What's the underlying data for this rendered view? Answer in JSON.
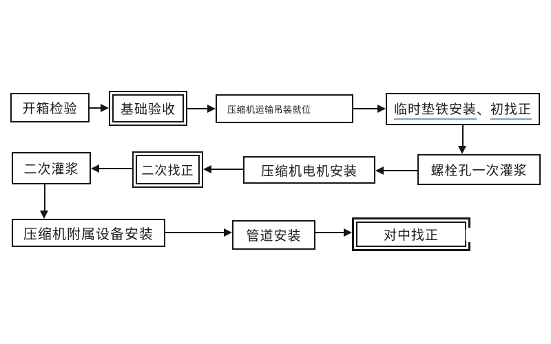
{
  "page": {
    "background_color": "#ffffff",
    "line_color": "#161616",
    "text_color": "#1c1c1c",
    "underline_color": "#7d9ec9"
  },
  "flowchart": {
    "nodes": [
      {
        "id": "unboxing",
        "label": "开箱检验",
        "border": "single"
      },
      {
        "id": "foundation",
        "label": "基础验收",
        "border": "double"
      },
      {
        "id": "transport",
        "label": "压缩机运输吊装就位",
        "border": "single"
      },
      {
        "id": "temp-shim",
        "label_part1": "临时垫铁安装",
        "label_separator": "、",
        "label_part2": "初找正",
        "border": "single",
        "underline": "blue"
      },
      {
        "id": "bolt-grouting",
        "label": "螺栓孔一次灌浆",
        "border": "single"
      },
      {
        "id": "motor-install",
        "label": "压缩机电机安装",
        "border": "single"
      },
      {
        "id": "second-align",
        "label": "二次找正",
        "border": "double"
      },
      {
        "id": "second-grouting",
        "label": "二次灌浆",
        "border": "single"
      },
      {
        "id": "aux-equipment",
        "label": "压缩机附属设备安装",
        "border": "single"
      },
      {
        "id": "pipe-install",
        "label": "管道安装",
        "border": "single"
      },
      {
        "id": "center-align",
        "label": "对中找正",
        "border": "double"
      }
    ],
    "edges": [
      {
        "from": "unboxing",
        "to": "foundation",
        "direction": "right"
      },
      {
        "from": "foundation",
        "to": "transport",
        "direction": "right"
      },
      {
        "from": "transport",
        "to": "temp-shim",
        "direction": "right"
      },
      {
        "from": "temp-shim",
        "to": "bolt-grouting",
        "direction": "down"
      },
      {
        "from": "bolt-grouting",
        "to": "motor-install",
        "direction": "left"
      },
      {
        "from": "motor-install",
        "to": "second-align",
        "direction": "left"
      },
      {
        "from": "second-align",
        "to": "second-grouting",
        "direction": "left"
      },
      {
        "from": "second-grouting",
        "to": "aux-equipment",
        "direction": "down"
      },
      {
        "from": "aux-equipment",
        "to": "pipe-install",
        "direction": "right"
      },
      {
        "from": "pipe-install",
        "to": "center-align",
        "direction": "right"
      }
    ]
  }
}
